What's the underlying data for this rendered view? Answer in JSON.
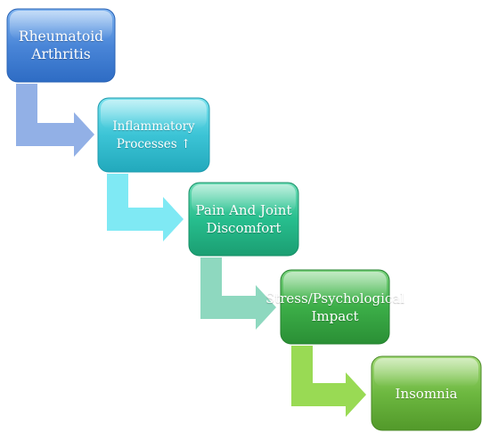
{
  "diagram": {
    "steps": [
      {
        "label": "Rheumatoid Arthritis",
        "color": "#4A86D8"
      },
      {
        "label": "Inflammatory Processes ↑",
        "color": "#3CC4D6"
      },
      {
        "label": "Pain And Joint Discomfort",
        "color": "#27BE8E"
      },
      {
        "label": "Stress/Psychological Impact",
        "color": "#3CAE48"
      },
      {
        "label": "Insomnia",
        "color": "#6DB840"
      }
    ],
    "connector_colors": [
      "#92B0E6",
      "#7FE9F4",
      "#8ED8BF",
      "#99DA54"
    ]
  }
}
